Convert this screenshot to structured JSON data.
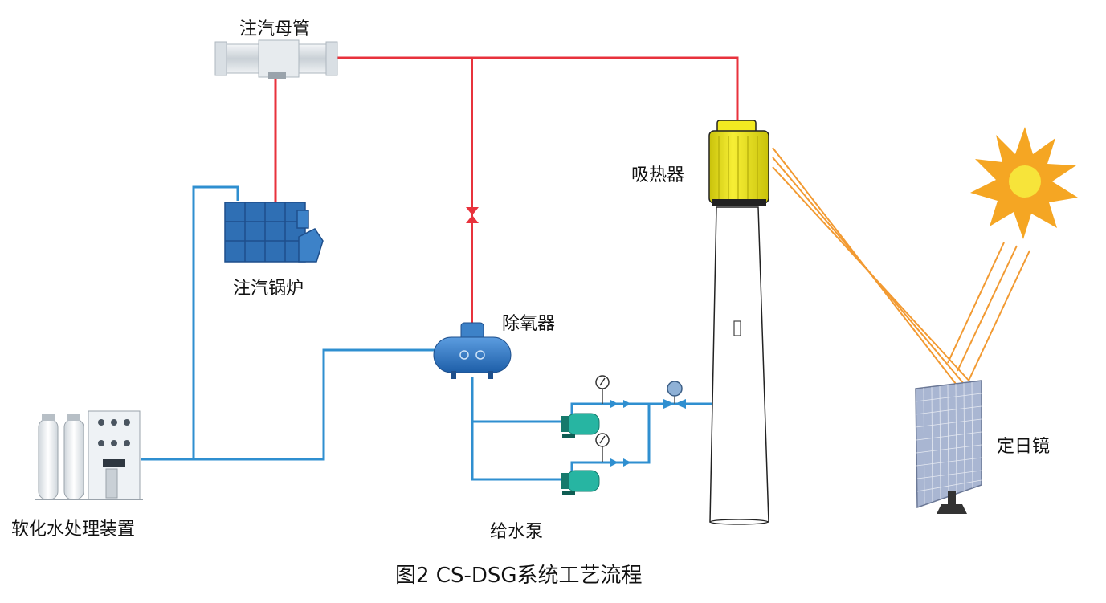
{
  "labels": {
    "header": "注汽母管",
    "boiler": "注汽锅炉",
    "receiver": "吸热器",
    "deaerator": "除氧器",
    "pump": "给水泵",
    "softener": "软化水处理装置",
    "heliostat": "定日镜"
  },
  "caption": "图2 CS-DSG系统工艺流程",
  "colors": {
    "steam_line": "#e8323c",
    "water_line": "#2f8fd0",
    "sun_ray": "#f29a32",
    "receiver": "#f3ea21",
    "equipment": "#2f6fb4",
    "pump": "#27b5a2"
  }
}
